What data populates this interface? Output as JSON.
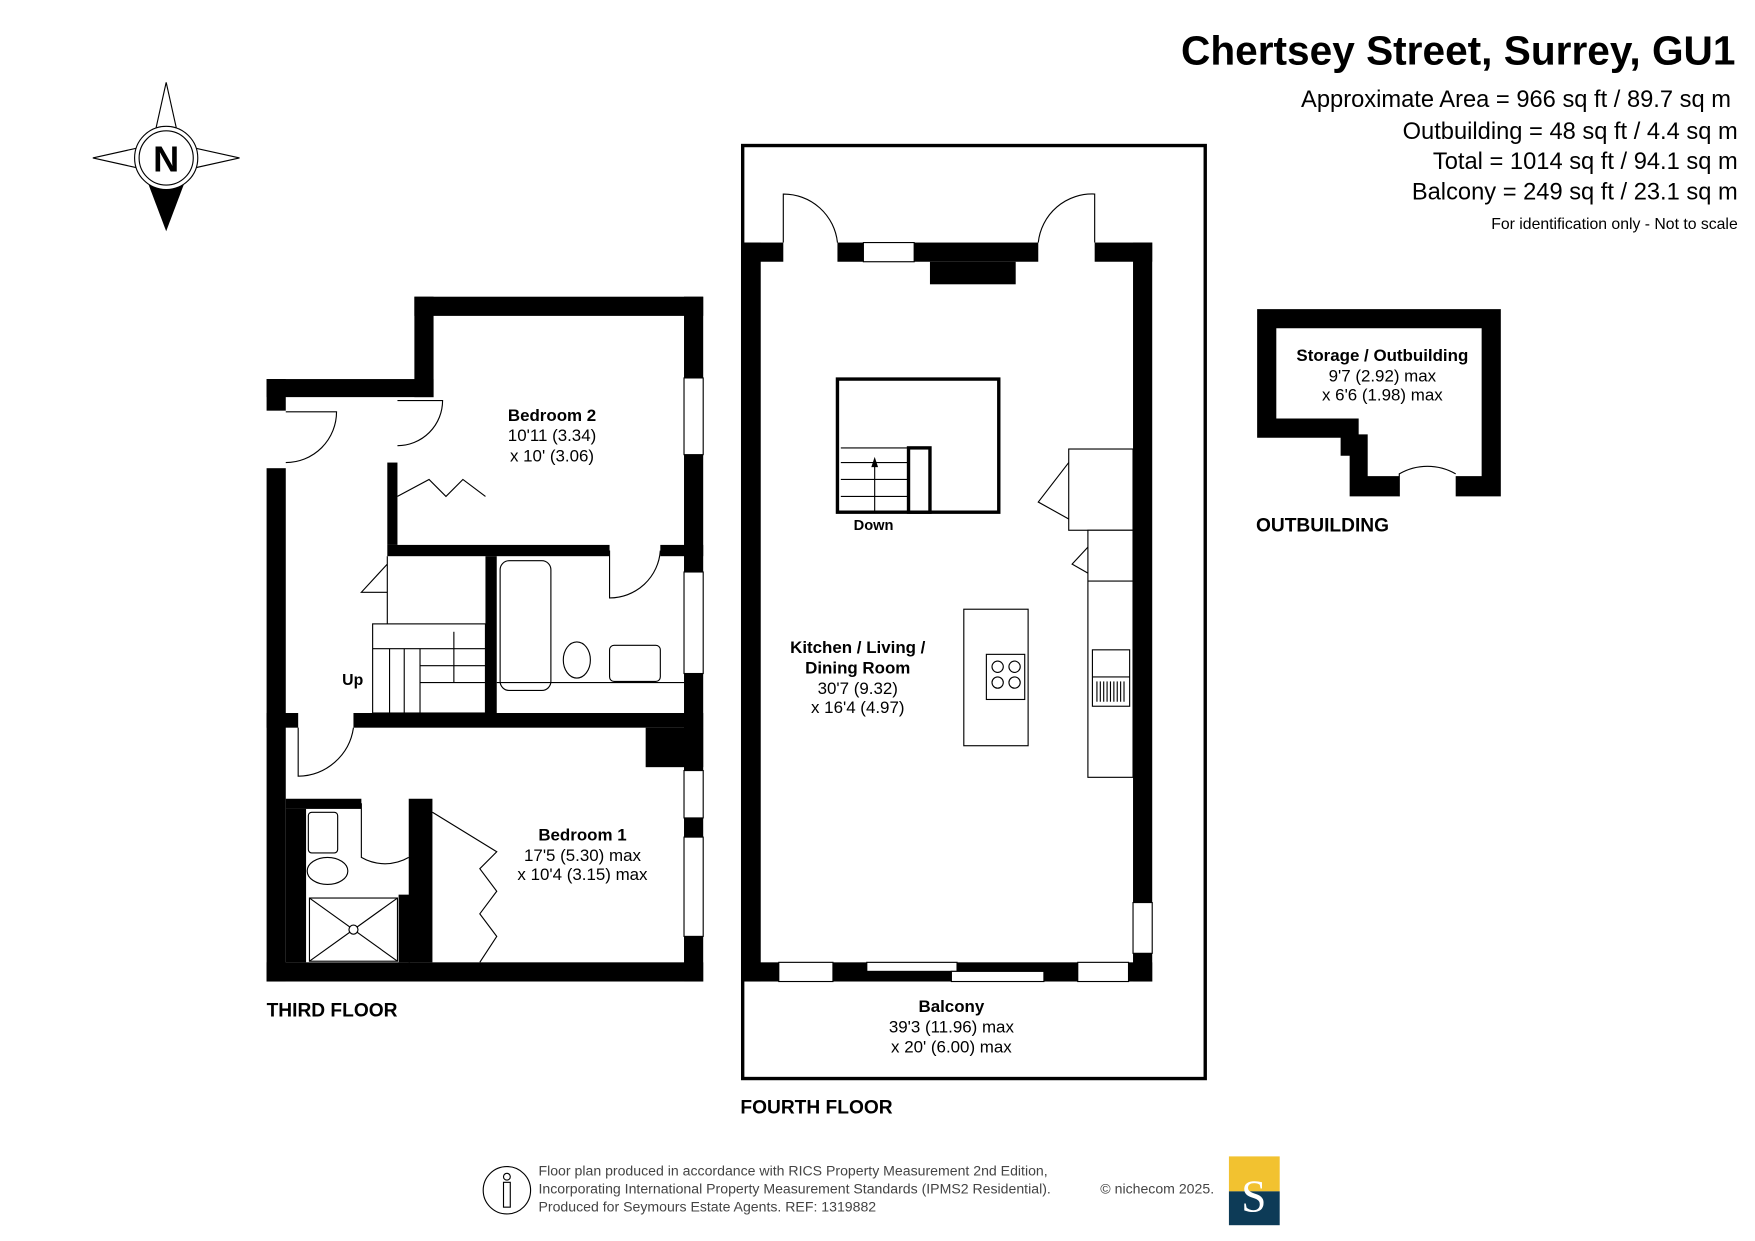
{
  "header": {
    "title": "Chertsey Street, Surrey, GU1",
    "areas": [
      "Approximate Area = 966 sq ft / 89.7 sq m",
      "Outbuilding = 48 sq ft / 4.4 sq m",
      "Total = 1014 sq ft / 94.1 sq m",
      "Balcony = 249 sq ft / 23.1 sq m"
    ],
    "disclaimer": "For identification only - Not to scale"
  },
  "compass": {
    "label": "N"
  },
  "third_floor": {
    "label": "THIRD FLOOR",
    "up_label": "Up",
    "rooms": [
      {
        "name": "Bedroom 2",
        "dim1": "10'11 (3.34)",
        "dim2": "x 10' (3.06)"
      },
      {
        "name": "Bedroom 1",
        "dim1": "17'5 (5.30) max",
        "dim2": "x 10'4 (3.15) max"
      }
    ]
  },
  "fourth_floor": {
    "label": "FOURTH FLOOR",
    "down_label": "Down",
    "rooms": [
      {
        "name1": "Kitchen / Living /",
        "name2": "Dining Room",
        "dim1": "30'7 (9.32)",
        "dim2": "x 16'4 (4.97)"
      },
      {
        "name1": "Balcony",
        "dim1": "39'3 (11.96) max",
        "dim2": "x 20' (6.00) max"
      }
    ]
  },
  "outbuilding": {
    "label": "OUTBUILDING",
    "room": {
      "name": "Storage / Outbuilding",
      "dim1": "9'7 (2.92) max",
      "dim2": "x 6'6 (1.98) max"
    }
  },
  "footer": {
    "lines": [
      "Floor plan produced in accordance with RICS Property Measurement 2nd Edition,",
      "Incorporating International Property Measurement Standards (IPMS2 Residential).",
      "Produced for Seymours Estate Agents.   REF: 1319882"
    ],
    "copyright": "© nichecom 2025.",
    "logo_letter": "S",
    "logo_colors": {
      "top": "#f2c230",
      "bottom": "#0d3b57"
    }
  }
}
